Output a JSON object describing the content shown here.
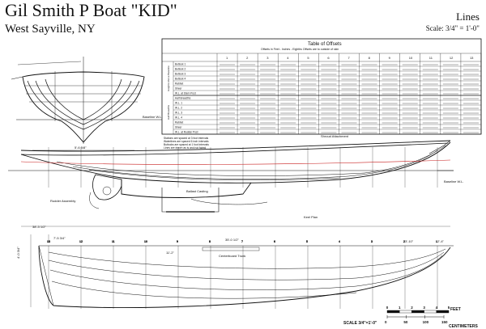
{
  "title": "Gil Smith P Boat \"KID\"",
  "subtitle": "West Sayville, NY",
  "sheet_name": "Lines",
  "scale_note": "Scale: 3/4\" = 1'-0\"",
  "table": {
    "title": "Table of Offsets",
    "subtitle": "Offsets in Feet - Inches - Eighths    Offsets are to outside of skin",
    "stations": [
      "1",
      "2",
      "3",
      "4",
      "5",
      "6",
      "7",
      "8",
      "9",
      "10",
      "11",
      "12",
      "13"
    ],
    "row_labels": [
      "Buttock 1",
      "Buttock 2",
      "Buttock 3",
      "Buttock 4",
      "Rabbet",
      "Sheer",
      "W.L. at Stern Post",
      "Half Breadths",
      "W.L. 1",
      "W.L. 2",
      "W.L. 3",
      "W.L. 4",
      "Rabbet",
      "Sheer",
      "W.L. at Rudder Post"
    ],
    "group_labels": [
      "Heights Above Baseline",
      "Half Breadths"
    ]
  },
  "labels": {
    "baseline": "Baseline W.L.",
    "shroud_attachment": "Shroud Attachment",
    "ballast_casting": "Ballast Casting",
    "rudder_assembly": "Rudder Assembly",
    "keel_plan": "Keel Plan",
    "centerboard_trunk": "Centerboard Trunk",
    "profile_dim": "35'-0 1/2\"",
    "overall_dim": "38'-3 1/2\"",
    "body_beam_dim": "5'-6 5/8\"",
    "keel_dim": "11'-2\"",
    "stern_dim": "7'-5 3/4\"",
    "half_beam_dim": "4'-0 3/4\"",
    "aft_dim": "3'-10\"",
    "aft_dim2": "2'-4\"",
    "scale_bar_label": "SCALE 3/4\"=1'-0\"",
    "scale_feet": "FEET",
    "scale_cm": "CENTIMETERS",
    "scale_ticks_feet": [
      "0",
      "1",
      "2",
      "3",
      "4",
      "5"
    ],
    "scale_ticks_cm": [
      "0",
      "50",
      "100",
      "150"
    ]
  },
  "station_marks": [
    "13",
    "12",
    "11",
    "10",
    "9",
    "8",
    "7",
    "6",
    "5",
    "4",
    "3",
    "2",
    "1"
  ],
  "notes": [
    "Stations are spaced at 3 foot intervals",
    "Waterlines are spaced 6 inch intervals",
    "Buttocks are spaced at 1 foot intervals",
    "Lines are drawn as is and not faired"
  ],
  "colors": {
    "ink": "#111111",
    "red_line": "#c81e1e",
    "paper": "#ffffff"
  }
}
